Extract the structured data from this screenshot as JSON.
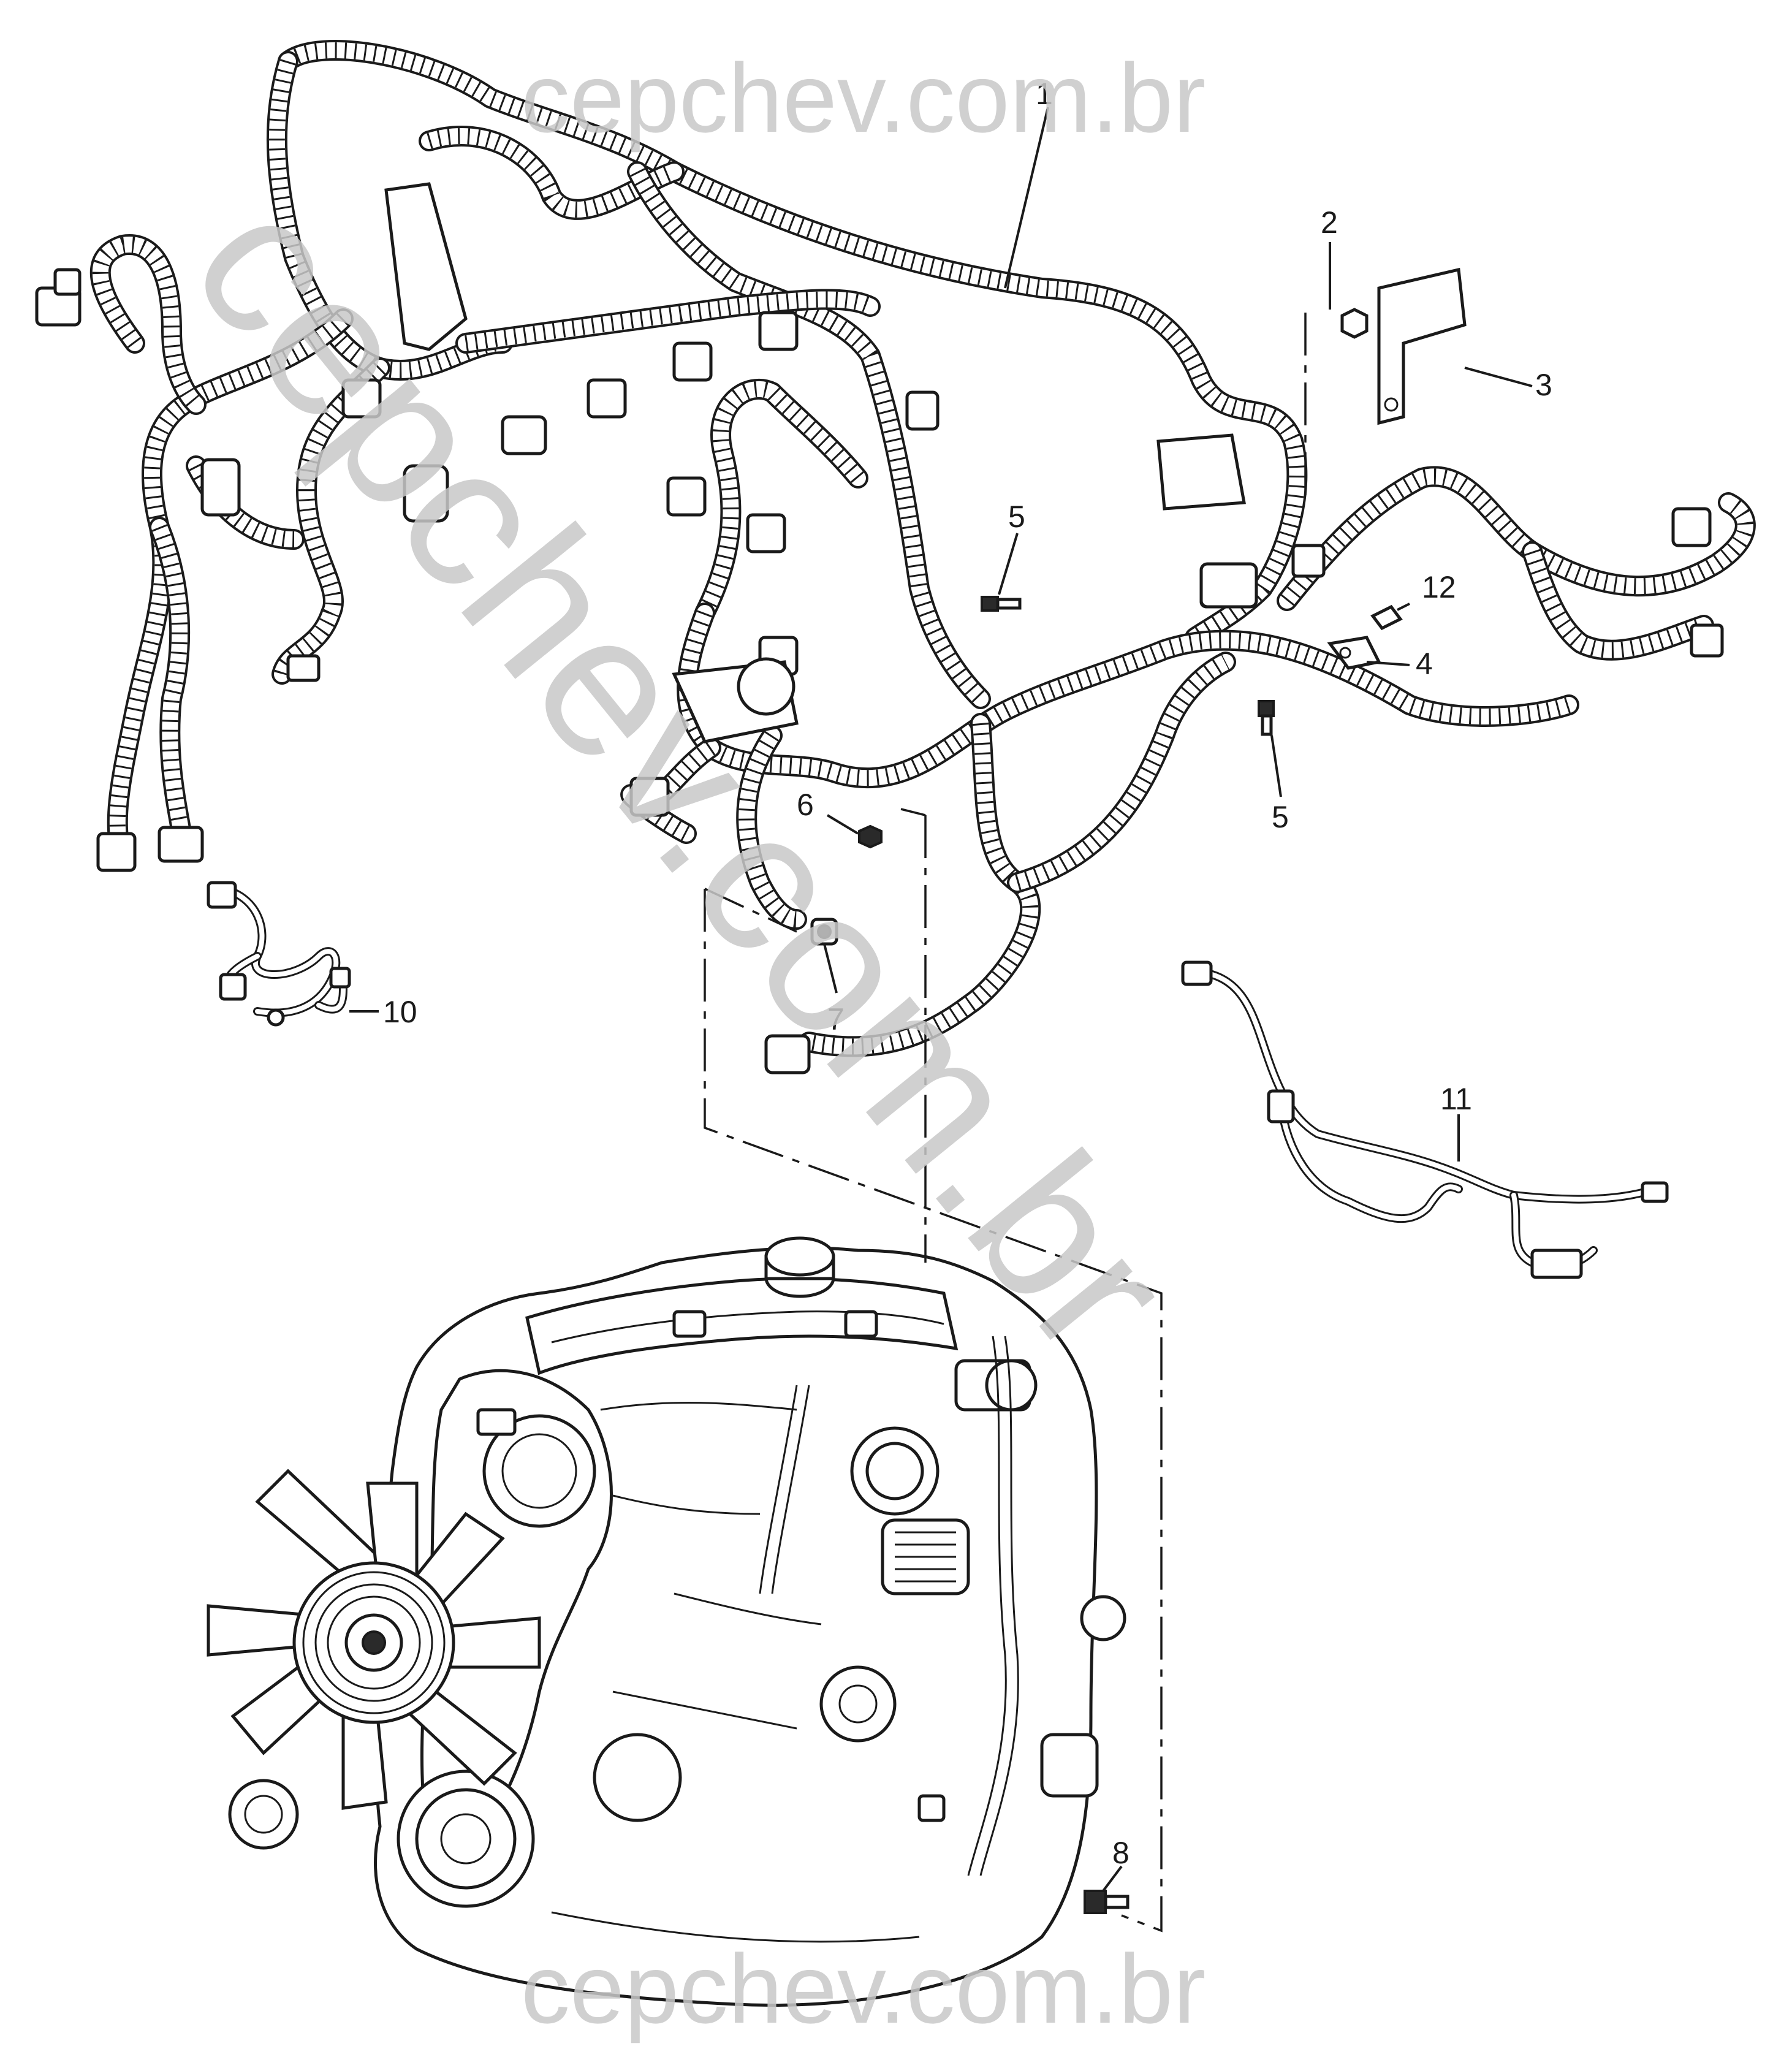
{
  "watermark": {
    "top": "cepchev.com.br",
    "diagonal": "cepchev.com.br",
    "bottom": "cepchev.com.br"
  },
  "callouts": [
    {
      "id": "1",
      "label": "1"
    },
    {
      "id": "2",
      "label": "2"
    },
    {
      "id": "3",
      "label": "3"
    },
    {
      "id": "4",
      "label": "4"
    },
    {
      "id": "5a",
      "label": "5"
    },
    {
      "id": "5b",
      "label": "5"
    },
    {
      "id": "6",
      "label": "6"
    },
    {
      "id": "7",
      "label": "7"
    },
    {
      "id": "8",
      "label": "8"
    },
    {
      "id": "10",
      "label": "10"
    },
    {
      "id": "11",
      "label": "11"
    },
    {
      "id": "12",
      "label": "12"
    }
  ]
}
